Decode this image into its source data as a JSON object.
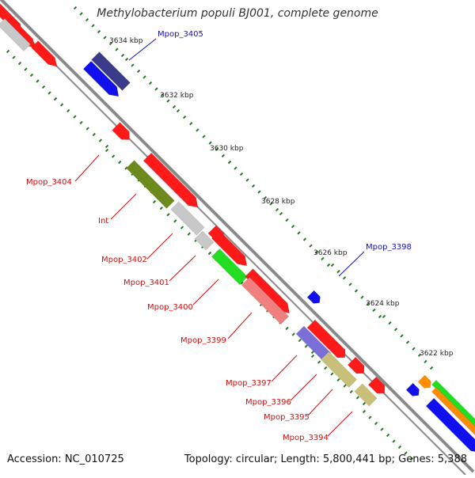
{
  "title": "Methylobacterium populi BJ001, complete genome",
  "footer": {
    "accession": "Accession: NC_010725",
    "summary": "Topology: circular; Length: 5,800,441 bp; Genes: 5,388"
  },
  "colors": {
    "backbone": "#8a8a8a",
    "tick": "#1f7a1f",
    "blue_label": "#1010cc",
    "red_label": "#cc1010"
  },
  "ticks": [
    "3634 kbp",
    "3632 kbp",
    "3630 kbp",
    "3628 kbp",
    "3626 kbp",
    "3624 kbp",
    "3622 kbp"
  ],
  "labels": [
    {
      "text": "Mpop_3405",
      "color": "blue"
    },
    {
      "text": "Mpop_3404",
      "color": "red"
    },
    {
      "text": "Int",
      "color": "red"
    },
    {
      "text": "Mpop_3402",
      "color": "red"
    },
    {
      "text": "Mpop_3401",
      "color": "red"
    },
    {
      "text": "Mpop_3400",
      "color": "red"
    },
    {
      "text": "Mpop_3399",
      "color": "red"
    },
    {
      "text": "Mpop_3398",
      "color": "blue"
    },
    {
      "text": "Mpop_3397",
      "color": "red"
    },
    {
      "text": "Mpop_3396",
      "color": "red"
    },
    {
      "text": "Mpop_3395",
      "color": "red"
    },
    {
      "text": "Mpop_3394",
      "color": "red"
    }
  ],
  "gene_colors": {
    "red": "#ff1a1a",
    "grey": "#c8c8c8",
    "navy": "#3a3a8a",
    "blue": "#1010ee",
    "olive": "#6e8a1e",
    "green": "#22dd22",
    "pink": "#f08080",
    "lavender": "#7a6fd8",
    "khaki": "#c8c07a",
    "orange": "#ff8c00"
  }
}
